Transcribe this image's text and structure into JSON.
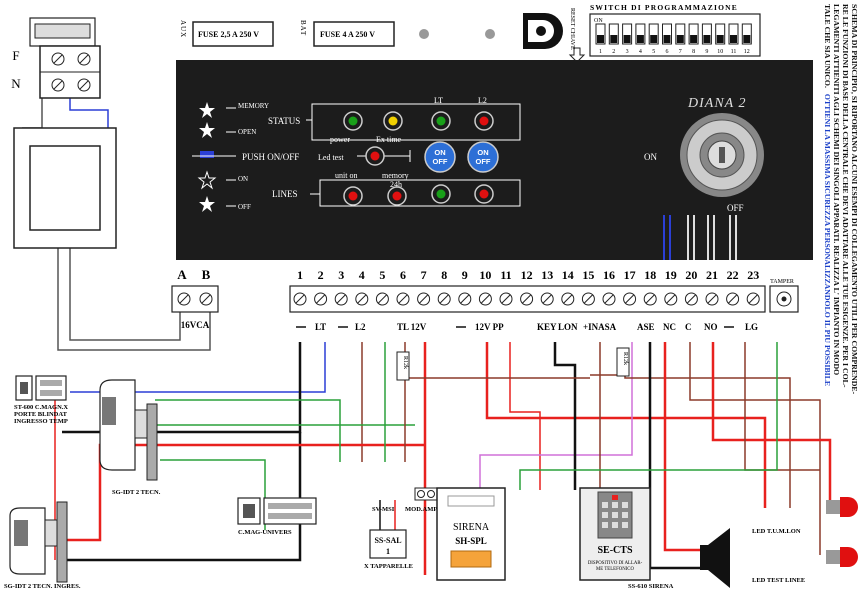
{
  "terminals_fn": [
    "F",
    "N"
  ],
  "fuses": {
    "aux": {
      "tag": "AUX",
      "label": "FUSE 2,5 A 250 V"
    },
    "bat": {
      "tag": "BAT",
      "label": "FUSE 4 A 250 V"
    }
  },
  "reset_label": "RESET CHIAVE",
  "switch": {
    "title": "SWITCH DI PROGRAMMAZIONE",
    "on_label": "ON",
    "numbers": [
      "1",
      "2",
      "3",
      "4",
      "5",
      "6",
      "7",
      "8",
      "9",
      "10",
      "11",
      "12"
    ]
  },
  "panel": {
    "brand": "DIANA 2",
    "memory": "MEMORY",
    "open": "OPEN",
    "status": "STATUS",
    "push": "PUSH ON/OFF",
    "on": "ON",
    "off": "OFF",
    "lines": "LINES",
    "power": "power",
    "ex_time": "Ex time",
    "led_test": "Led test",
    "unit_on": "unit on",
    "memory24": "memory",
    "memory24b": "24h",
    "lt": "LT",
    "l2": "L2",
    "onoff1a": "ON",
    "onoff1b": "OFF",
    "onoff2a": "ON",
    "onoff2b": "OFF",
    "key_on": "ON",
    "key_off": "OFF"
  },
  "ab": {
    "a": "A",
    "b": "B",
    "vca": "16VCA"
  },
  "terminal_numbers": [
    "1",
    "2",
    "3",
    "4",
    "5",
    "6",
    "7",
    "8",
    "9",
    "10",
    "11",
    "12",
    "13",
    "14",
    "15",
    "16",
    "17",
    "18",
    "19",
    "20",
    "21",
    "22",
    "23"
  ],
  "tamper": "TAMPER",
  "signal_labels": {
    "lt": "LT",
    "l2": "L2",
    "tl12v": "TL 12V",
    "v12pp": "12V PP",
    "key": "KEY",
    "lon": "LON",
    "inasa": "+INASA",
    "ase": "ASE",
    "nc": "NC",
    "c": "C",
    "no": "NO",
    "lg": "LG"
  },
  "resistor": "R12k",
  "devices": {
    "st600_1": "ST-600 C.MAGN.X",
    "st600_2": "PORTE BLINDAT",
    "st600_3": "INGRESSO TEMP",
    "sgidt_tecn": "SG-IDT 2 TECN.",
    "sgidt_ingres": "SG-IDT 2 TECN. INGRES.",
    "cmag": "C.MAG-UNIVERS",
    "svmsi": "SV-MSI",
    "modampli": "MOD.AMPLI",
    "sssal_1": "SS-SAL",
    "sssal_2": "1",
    "xtapparelle": "X TAPPARELLE",
    "sirena_1": "SIRENA",
    "sirena_2": "SH-SPL",
    "secs": "SE-CTS",
    "secs_sub1": "DISPOSITIVO DI ALLAR-",
    "secs_sub2": "ME TELEFONICO",
    "ss610": "SS-610 SIRENA",
    "led_tumlon": "LED T.U.M.LON",
    "led_test": "LED TEST LINEE"
  },
  "side_text": [
    "SCHEMA DI PRINCIPIO, SI RIPORTANO ALCUNI ESEMPI DI COLLEGAMENTO UTILI PER COMPRENDE-",
    "RE LE FUNZIONI DI BASE DELLA CENTRALE CHE DEVI ADATTARE ALLE TUE ESIGENZE. PER I COL-",
    "LEGAMENTI ATTIENITI AGLI SCHEMI DEI SINGOLI APPARATI. REALIZZA L' IMPIANTO IN MODO",
    "TALE CHE SIA UNICO."
  ],
  "side_text_highlight": "OTTIENI LA MASSIMA SICUREZZA PERSONALIZZANDOLO IL PIU POSSIBILE",
  "colors": {
    "panel": "#1c1c1c",
    "red_wire": "#e8211e",
    "black_wire": "#111111",
    "blue_wire": "#2b3fd6",
    "green_wire": "#2aa03a",
    "brown_wire": "#8b3a2a",
    "pink_wire": "#d070d8",
    "grey_wire": "#888888",
    "led_red": "#e01010",
    "led_yellow": "#f0d000",
    "led_green": "#19a019",
    "button_blue": "#2d6fd6"
  }
}
